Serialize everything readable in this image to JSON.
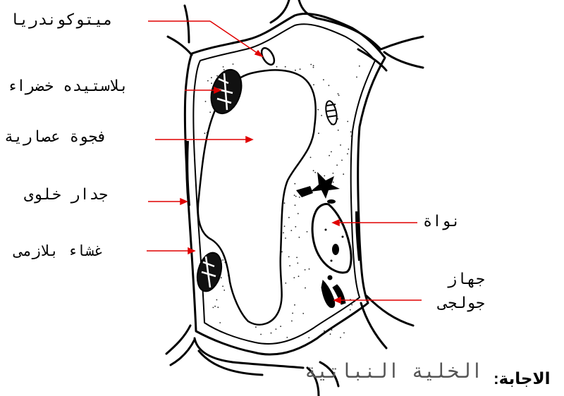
{
  "labels": {
    "mitochondria": "ميتوكوندريا",
    "chloroplast": "بلاستيده خضراء",
    "vacuole": "فجوة عصارية",
    "cell_wall": "جدار خلوى",
    "plasma_membrane": "غشاء بلازمى",
    "nucleus": "نواة",
    "golgi_line1": "جهاز",
    "golgi_line2": "جولجى"
  },
  "title": "الخلية النباتية",
  "answer_label": "الاجابة:",
  "colors": {
    "pointer": "#e00000",
    "outline": "#000000",
    "stipple": "#222222"
  }
}
